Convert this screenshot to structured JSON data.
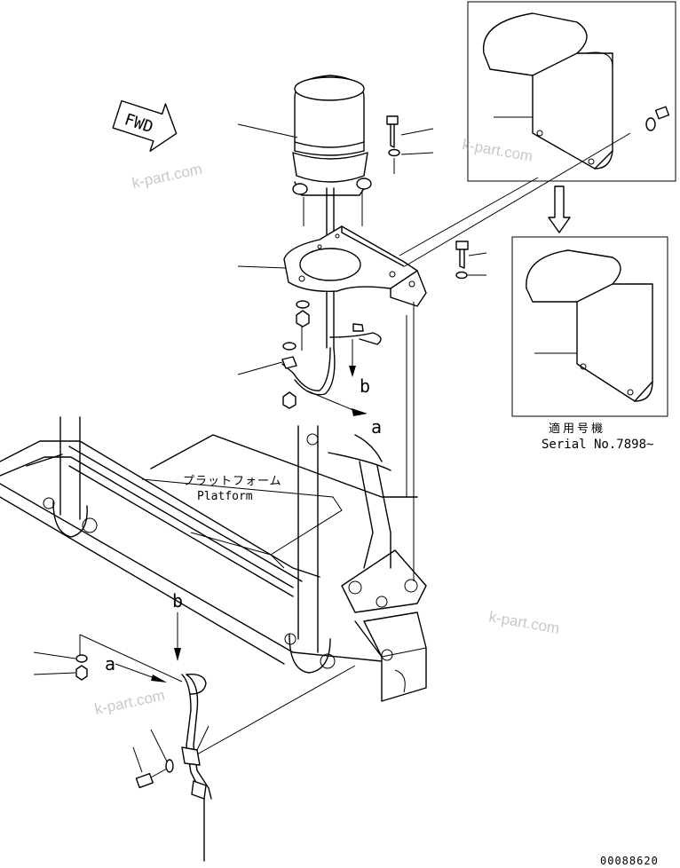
{
  "fwd_label": "FWD",
  "platform_label_jp": "プラットフォーム",
  "platform_label_en": "Platform",
  "applicable_label_jp": "適用号機",
  "serial_label": "Serial No.7898~",
  "callout_a": "a",
  "callout_b": "b",
  "watermark": "k-part.com",
  "figure_number": "00088620"
}
